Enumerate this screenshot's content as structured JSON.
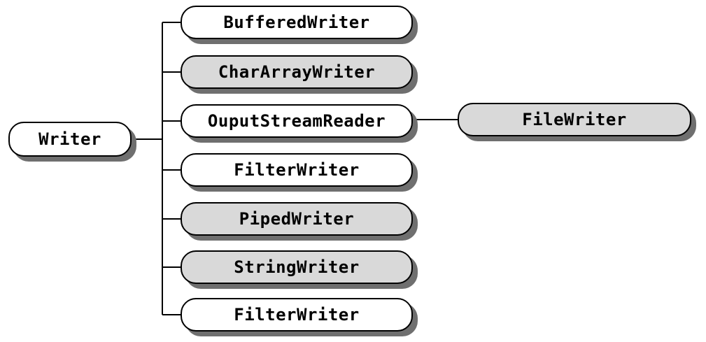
{
  "diagram": {
    "root": {
      "label": "Writer"
    },
    "children": [
      {
        "label": "BufferedWriter",
        "shaded": false
      },
      {
        "label": "CharArrayWriter",
        "shaded": true
      },
      {
        "label": "OuputStreamReader",
        "shaded": false
      },
      {
        "label": "FilterWriter",
        "shaded": false
      },
      {
        "label": "PipedWriter",
        "shaded": true
      },
      {
        "label": "StringWriter",
        "shaded": true
      },
      {
        "label": "FilterWriter",
        "shaded": false
      }
    ],
    "grandchild": {
      "label": "FileWriter",
      "parent": "OuputStreamReader",
      "shaded": true
    },
    "colors": {
      "node_fill": "#ffffff",
      "shaded_fill": "#d9d9d9",
      "shadow": "#6f6f6f",
      "stroke": "#000000"
    }
  }
}
